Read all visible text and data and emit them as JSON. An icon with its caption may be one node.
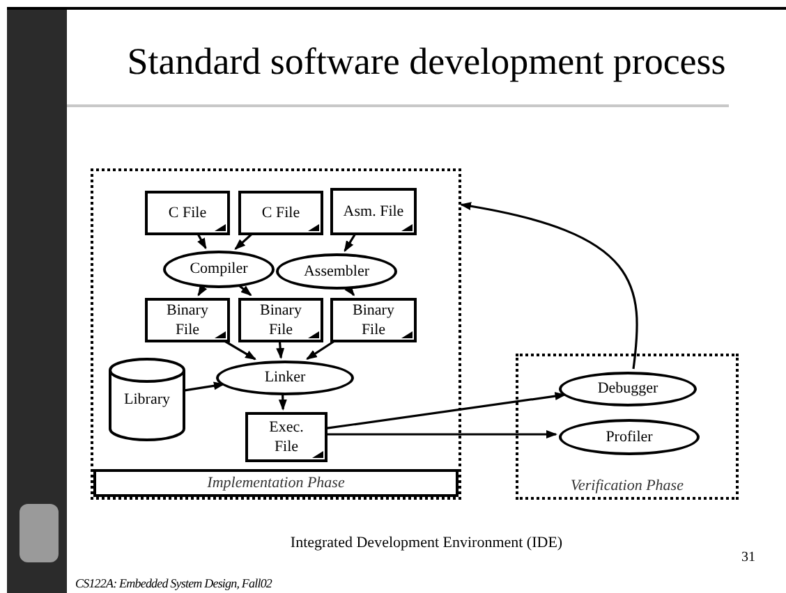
{
  "diagram": {
    "title": "Standard software development process",
    "nodes": [
      {
        "text": [
          "Implementation Phase"
        ]
      },
      {
        "text": [
          "Verification Phase"
        ]
      },
      {
        "text": [
          "C File"
        ],
        "in": 0
      },
      {
        "text": [
          "C File"
        ],
        "in": 0
      },
      {
        "text": [
          "Asm. File"
        ],
        "in": 0
      },
      {
        "text": [
          "Compiler"
        ],
        "in": 0
      },
      {
        "text": [
          "Assembler"
        ],
        "in": 0
      },
      {
        "text": [
          "Binary File"
        ],
        "in": 0
      },
      {
        "text": [
          "Binary File"
        ],
        "in": 0
      },
      {
        "text": [
          "Binary File"
        ],
        "in": 0
      },
      {
        "text": [
          "Library"
        ],
        "in": 0
      },
      {
        "text": [
          "Linker"
        ],
        "in": 0
      },
      {
        "text": [
          "Exec. File"
        ],
        "in": 0
      },
      {
        "text": [
          "Debugger"
        ],
        "in": 1
      },
      {
        "text": [
          "Profiler"
        ],
        "in": 1
      }
    ],
    "edges": [
      {
        "from": 2,
        "to": 5,
        "arrow": "to"
      },
      {
        "from": 3,
        "to": 5,
        "arrow": "to"
      },
      {
        "from": 4,
        "to": 6,
        "arrow": "to"
      },
      {
        "from": 5,
        "to": 7,
        "arrow": "to"
      },
      {
        "from": 5,
        "to": 8,
        "arrow": "to"
      },
      {
        "from": 6,
        "to": 9,
        "arrow": "to"
      },
      {
        "from": 7,
        "to": 11,
        "arrow": "to"
      },
      {
        "from": 8,
        "to": 11,
        "arrow": "to"
      },
      {
        "from": 9,
        "to": 11,
        "arrow": "to"
      },
      {
        "from": 10,
        "to": 11,
        "arrow": "to"
      },
      {
        "from": 11,
        "to": 12,
        "arrow": "to"
      },
      {
        "from": 12,
        "to": 13,
        "arrow": "to"
      },
      {
        "from": 12,
        "to": 14,
        "arrow": "to"
      },
      {
        "from": 13,
        "to": 0,
        "arrow": "to"
      }
    ],
    "labels": [
      "Integrated Development Environment (IDE)",
      "31",
      "CS122A: Embedded System Design, Fall02"
    ]
  }
}
